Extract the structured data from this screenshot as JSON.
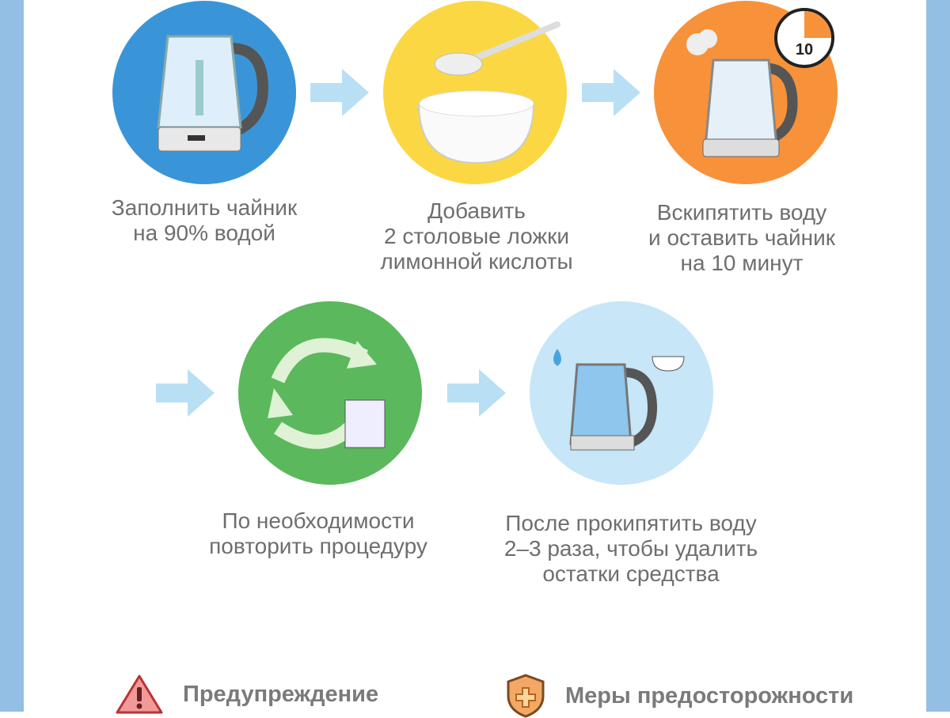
{
  "colors": {
    "step1": "#3a95d8",
    "step2": "#fbd843",
    "step3": "#f7923a",
    "step4": "#5cb85c",
    "step5": "#c7e6f7",
    "arrow": "#b9dff5",
    "border": "#93bfe4"
  },
  "steps": [
    {
      "lines": [
        "Заполнить чайник",
        "на 90% водой"
      ]
    },
    {
      "lines": [
        "Добавить",
        "2 столовые ложки",
        "лимонной кислоты"
      ]
    },
    {
      "lines": [
        "Вскипятить воду",
        "и оставить чайник",
        "на 10 минут"
      ],
      "timer": "10"
    },
    {
      "lines": [
        "По необходимости",
        "повторить процедуру"
      ]
    },
    {
      "lines": [
        "После прокипятить воду",
        "2–3 раза, чтобы удалить",
        "остатки средства"
      ]
    }
  ],
  "footer": {
    "warning": "Предупреждение",
    "precautions": "Меры предосторожности"
  }
}
